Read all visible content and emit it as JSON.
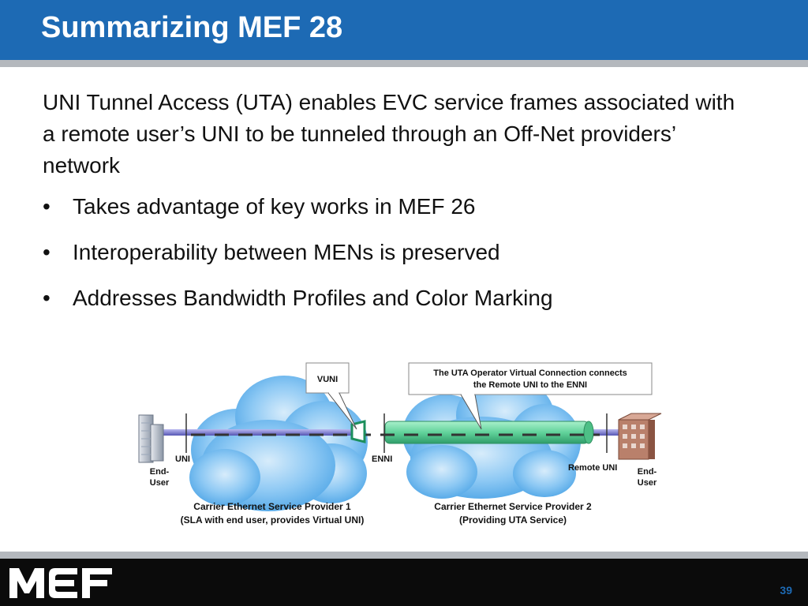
{
  "slide": {
    "title": "Summarizing MEF 28",
    "intro": "UNI Tunnel Access (UTA) enables EVC service frames associated  with a remote user’s UNI to be tunneled through an Off-Net providers’ network",
    "bullet_char": "•",
    "bullets": [
      "Takes advantage of key works in MEF 26",
      "Interoperability between MENs is preserved",
      "Addresses Bandwidth Profiles and Color Marking"
    ],
    "page_number": "39"
  },
  "diagram": {
    "callout_vuni": "VUNI",
    "callout_uta_line1": "The UTA Operator Virtual Connection connects",
    "callout_uta_line2": "the Remote UNI to the ENNI",
    "label_uni": "UNI",
    "label_enni": "ENNI",
    "label_remote_uni": "Remote UNI",
    "left_user_line1": "End-",
    "left_user_line2": "User",
    "right_user_line1": "End-",
    "right_user_line2": "User",
    "provider1_line1": "Carrier Ethernet Service Provider 1",
    "provider1_line2": "(SLA with end user, provides Virtual UNI)",
    "provider2_line1": "Carrier Ethernet Service Provider 2",
    "provider2_line2": "(Providing UTA Service)"
  },
  "colors": {
    "header_blue": "#1d6ab4",
    "cloud_blue": "#5fb0ee",
    "tunnel_green": "#6cd9a3",
    "footer_black": "#0b0b0b"
  }
}
